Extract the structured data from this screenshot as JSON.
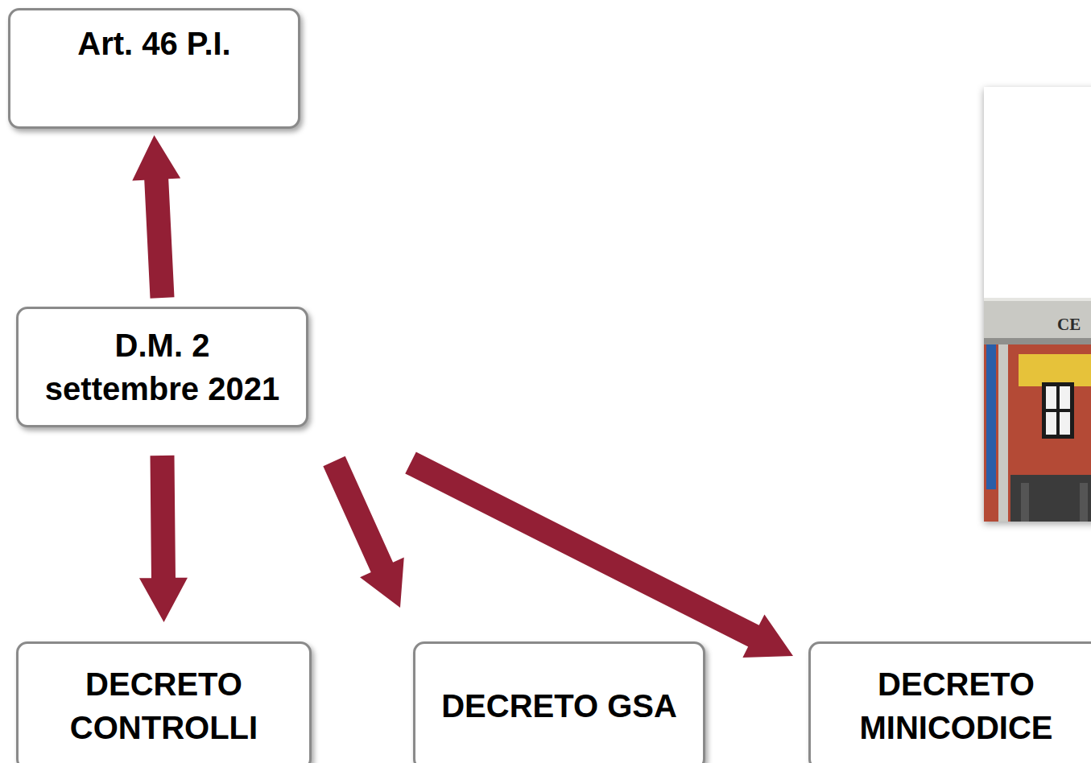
{
  "diagram": {
    "nodes": [
      {
        "text": [
          "Art. 46 P.I."
        ]
      },
      {
        "text": [
          "D.M. 2 settembre 2021"
        ]
      },
      {
        "text": [
          "DECRETO CONTROLLI"
        ]
      },
      {
        "text": [
          "DECRETO GSA"
        ]
      },
      {
        "text": [
          "DECRETO MINICODICE"
        ]
      }
    ],
    "edges": [
      {
        "from": 1,
        "to": 0,
        "arrow": "to"
      },
      {
        "from": 1,
        "to": 2,
        "arrow": "to"
      },
      {
        "from": 1,
        "to": 3,
        "arrow": "to"
      },
      {
        "from": 1,
        "to": 4,
        "arrow": "to"
      }
    ],
    "labels": [
      "CE"
    ]
  }
}
